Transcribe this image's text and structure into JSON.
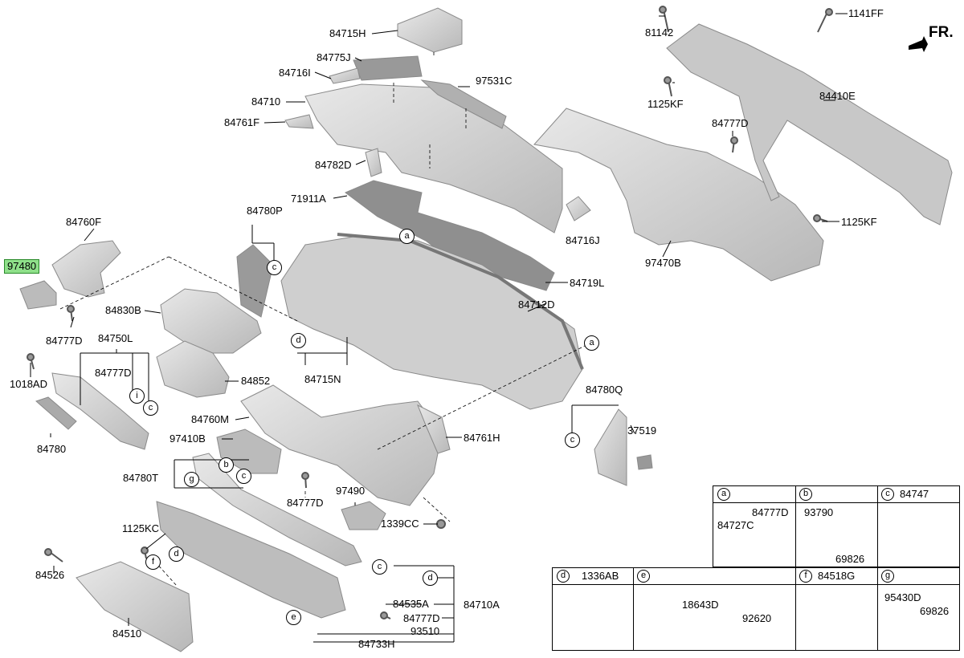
{
  "front_marker": "FR.",
  "labels": {
    "p84715H": "84715H",
    "p84775J": "84775J",
    "p84716I": "84716I",
    "p84710": "84710",
    "p84761F": "84761F",
    "p97531C": "97531C",
    "p84782D": "84782D",
    "p71911A": "71911A",
    "p84716J": "84716J",
    "p84760F": "84760F",
    "p97480": "97480",
    "p84777D_a": "84777D",
    "p84780P": "84780P",
    "p84830B": "84830B",
    "p84750L": "84750L",
    "p84777D_b": "84777D",
    "p1018AD": "1018AD",
    "p84780": "84780",
    "p84852": "84852",
    "p84715N": "84715N",
    "p84719L": "84719L",
    "p84712D": "84712D",
    "p84760M": "84760M",
    "p97410B": "97410B",
    "p84761H": "84761H",
    "p84780T": "84780T",
    "p84777D_c": "84777D",
    "p97490": "97490",
    "p1339CC": "1339CC",
    "p1125KC": "1125KC",
    "p84526": "84526",
    "p84510": "84510",
    "p84535A": "84535A",
    "p84710A": "84710A",
    "p84777D_d": "84777D",
    "p93510": "93510",
    "p84733H": "84733H",
    "p84780Q": "84780Q",
    "p37519": "37519",
    "p81142": "81142",
    "p1141FF": "1141FF",
    "p1125KF_a": "1125KF",
    "p84410E": "84410E",
    "p84777D_e": "84777D",
    "p1125KF_b": "1125KF",
    "p97470B": "97470B"
  },
  "callouts": {
    "a": "a",
    "b": "b",
    "c": "c",
    "d": "d",
    "e": "e",
    "f": "f",
    "g": "g",
    "i": "i"
  },
  "detail_table": {
    "a": {
      "letter": "a",
      "parts": [
        "84777D",
        "84727C"
      ]
    },
    "b": {
      "letter": "b",
      "parts": [
        "93790",
        "69826"
      ]
    },
    "c": {
      "letter": "c",
      "title": "84747"
    },
    "d": {
      "letter": "d",
      "title": "1336AB"
    },
    "e": {
      "letter": "e",
      "parts": [
        "18643D",
        "92620"
      ]
    },
    "f": {
      "letter": "f",
      "title": "84518G"
    },
    "g": {
      "letter": "g",
      "parts": [
        "95430D",
        "69826"
      ]
    }
  },
  "colors": {
    "part_fill": "#d6d6d6",
    "part_stroke": "#7a7a7a",
    "highlight": "#8fe08a"
  }
}
